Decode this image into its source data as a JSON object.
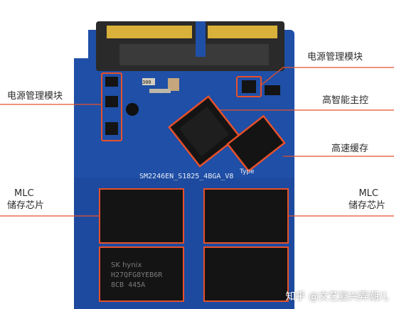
{
  "labels": {
    "pmic_right": "电源管理模块",
    "pmic_left": "电源管理模块",
    "controller": "高智能主控",
    "cache": "高速缓存",
    "mlc_left_line1": "MLC",
    "mlc_left_line2": "储存芯片",
    "mlc_right_line1": "MLC",
    "mlc_right_line2": "储存芯片"
  },
  "pcb_silkscreen": {
    "board_id": "SM2246EN_S1825_4BGA_V8",
    "type_text": "Type",
    "chip_brand": "SK hynix",
    "chip_part": "H27QFG8YEB6R",
    "chip_lot": "8CB  445A",
    "res_300": "300"
  },
  "watermark": "知乎 @文艺复兴弄潮儿",
  "colors": {
    "pcb": "#1f4fa6",
    "pcb_dark": "#173d86",
    "chip": "#141414",
    "highlight": "#e8502a",
    "gold": "#d9b13a",
    "connector": "#2a2a2a"
  }
}
